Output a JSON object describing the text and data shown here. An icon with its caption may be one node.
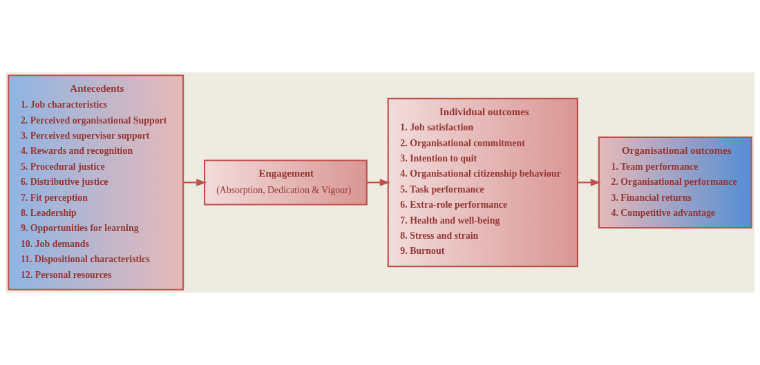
{
  "diagram": {
    "nodes": [
      {
        "text": [
          "Antecedents",
          "1. Job characteristics",
          "2. Perceived organisational Support",
          "3. Perceived supervisor support",
          "4. Rewards and recognition",
          "5. Procedural justice",
          "6. Distributive justice",
          "7. Fit perception",
          "8. Leadership",
          "9. Opportunities for learning",
          "10. Job demands",
          "11. Dispositional characteristics",
          "12. Personal resources"
        ]
      },
      {
        "text": [
          "Engagement",
          "(Absorption, Dedication & Vigour)"
        ]
      },
      {
        "text": [
          "Individual outcomes",
          "1. Job satisfaction",
          "2. Organisational commitment",
          "3. Intention to quit",
          "4. Organisational citizenship behaviour",
          "5. Task performance",
          "6. Extra-role performance",
          "7. Health and well-being",
          "8. Stress and strain",
          "9. Burnout"
        ]
      },
      {
        "text": [
          "Organisational outcomes",
          "1. Team performance",
          "2. Organisational performance",
          "3. Financial returns",
          "4. Competitive advantage"
        ]
      }
    ],
    "edges": [
      {
        "from": 0,
        "to": 1,
        "arrow": "to"
      },
      {
        "from": 1,
        "to": 2,
        "arrow": "to"
      },
      {
        "from": 2,
        "to": 3,
        "arrow": "to"
      }
    ]
  }
}
